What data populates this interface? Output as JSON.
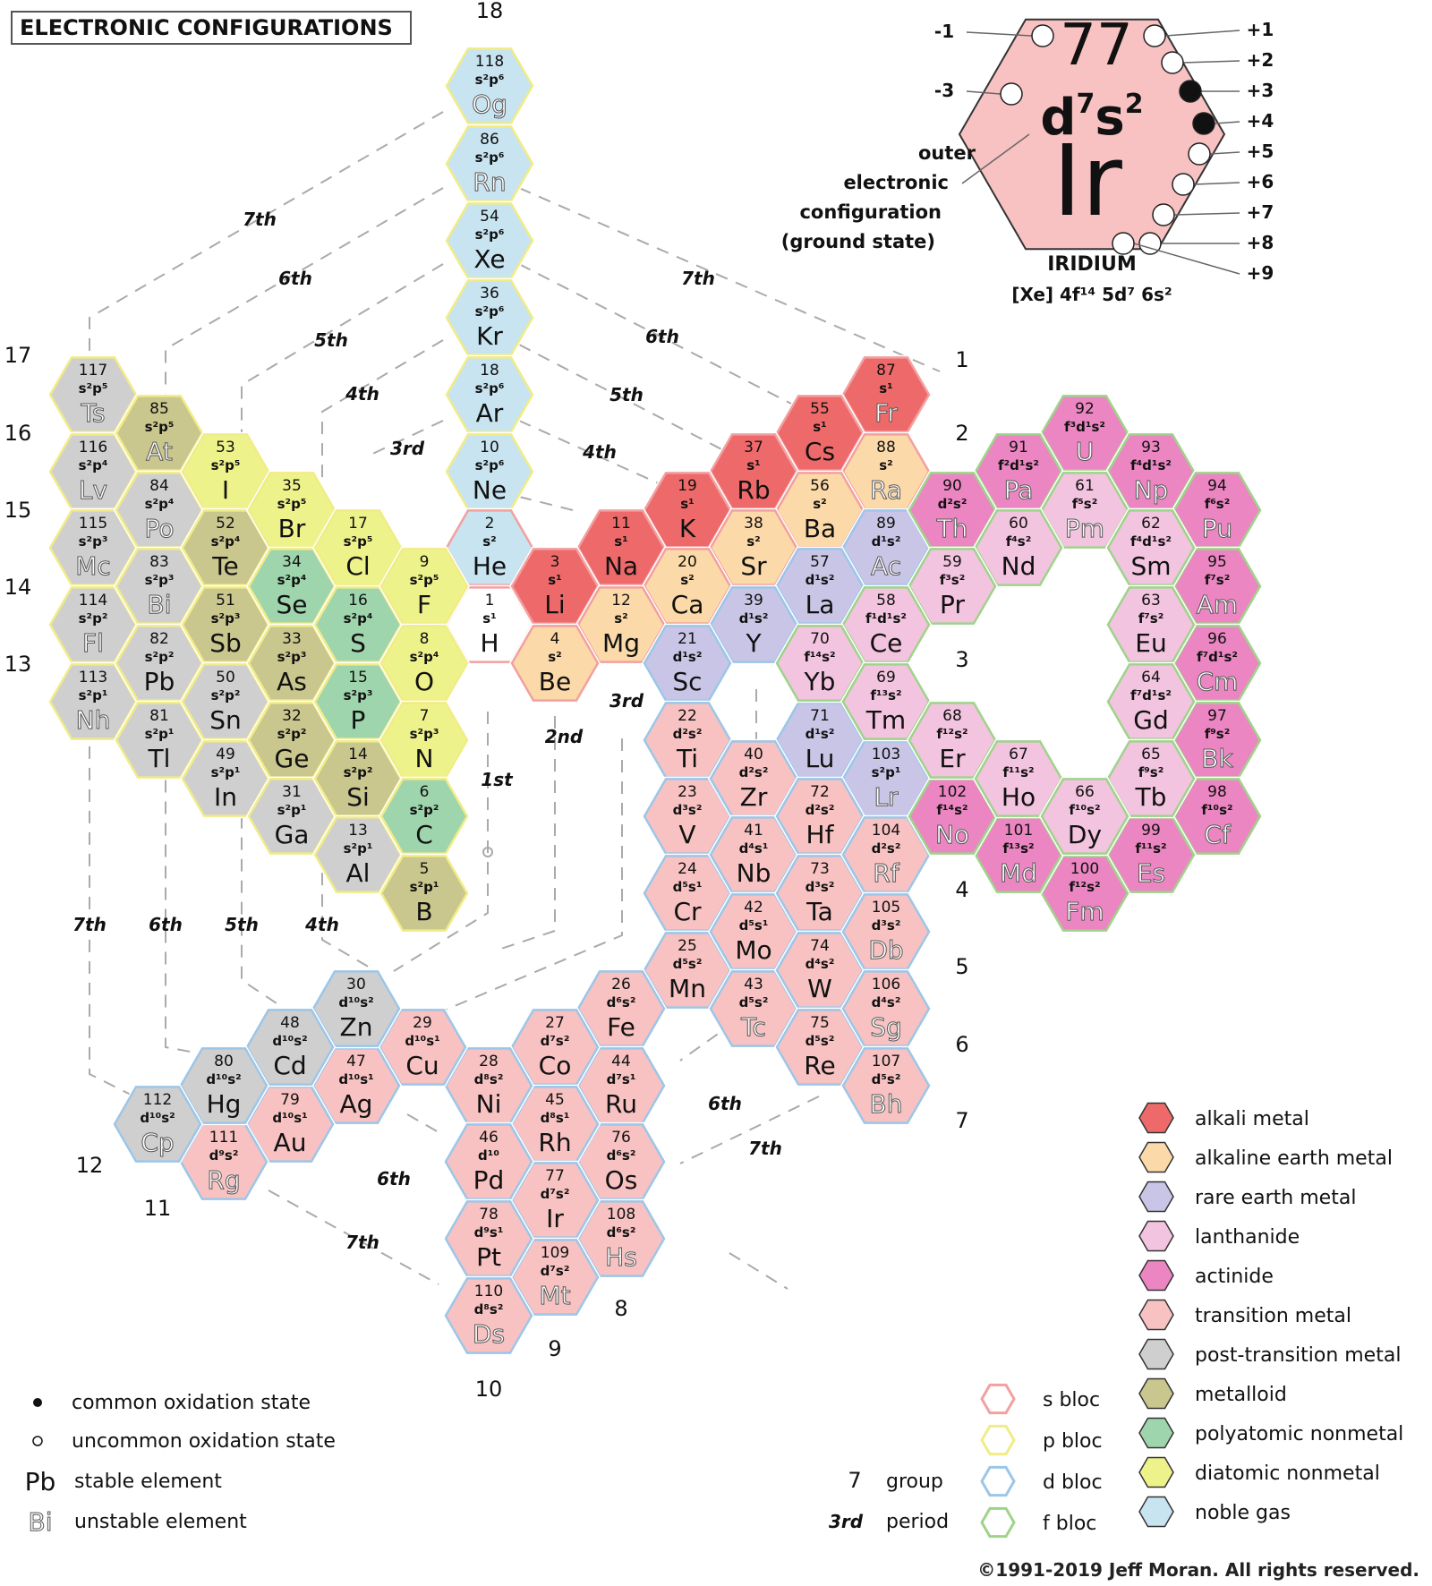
{
  "title": "ELECTRONIC CONFIGURATIONS",
  "copyright": "©1991-2019 Jeff Moran. All rights reserved.",
  "colors": {
    "alkali": "#ee6a6a",
    "alkaline": "#fcd9a8",
    "rare_earth": "#c9c5e6",
    "lanthanide": "#f3c4df",
    "actinide": "#ec86c2",
    "transition": "#f8c2c2",
    "post_transition": "#cfcfcf",
    "metalloid": "#c9c68e",
    "polyatomic": "#9fd5ad",
    "diatomic": "#eef28a",
    "noble": "#c7e4f0",
    "hydrogen": "#ffffff",
    "s_bloc": "#f2a0a0",
    "p_bloc": "#f1ec86",
    "d_bloc": "#9cc6e8",
    "f_bloc": "#9fd38a"
  },
  "key": {
    "number": "77",
    "config_main": "d",
    "config_sup1": "7",
    "config_s": "s",
    "config_sup2": "2",
    "symbol": "Ir",
    "name": "IRIDIUM",
    "full_config": "[Xe] 4f¹⁴ 5d⁷ 6s²",
    "caption": [
      "outer",
      "electronic",
      "configuration",
      "(ground state)"
    ],
    "ox_left": [
      "-1",
      "-3"
    ],
    "ox_right": [
      "+1",
      "+2",
      "+3",
      "+4",
      "+5",
      "+6",
      "+7",
      "+8",
      "+9"
    ]
  },
  "legend_categories": [
    {
      "key": "alkali",
      "label": "alkali metal"
    },
    {
      "key": "alkaline",
      "label": "alkaline earth metal"
    },
    {
      "key": "rare_earth",
      "label": "rare earth metal"
    },
    {
      "key": "lanthanide",
      "label": "lanthanide"
    },
    {
      "key": "actinide",
      "label": "actinide"
    },
    {
      "key": "transition",
      "label": "transition metal"
    },
    {
      "key": "post_transition",
      "label": "post-transition metal"
    },
    {
      "key": "metalloid",
      "label": "metalloid"
    },
    {
      "key": "polyatomic",
      "label": "polyatomic nonmetal"
    },
    {
      "key": "diatomic",
      "label": "diatomic nonmetal"
    },
    {
      "key": "noble",
      "label": "noble gas"
    }
  ],
  "legend_blocs": [
    {
      "key": "s_bloc",
      "label": "s bloc"
    },
    {
      "key": "p_bloc",
      "label": "p bloc"
    },
    {
      "key": "d_bloc",
      "label": "d bloc"
    },
    {
      "key": "f_bloc",
      "label": "f bloc"
    }
  ],
  "legend_misc": {
    "common": "common oxidation state",
    "uncommon": "uncommon oxidation state",
    "stable_sym": "Pb",
    "stable": "stable element",
    "unstable_sym": "Bi",
    "unstable": "unstable element",
    "group_num": "7",
    "group": "group",
    "period_num": "3rd",
    "period": "period"
  },
  "group_labels": [
    {
      "text": "18"
    },
    {
      "text": "17"
    },
    {
      "text": "16"
    },
    {
      "text": "15"
    },
    {
      "text": "14"
    },
    {
      "text": "13"
    },
    {
      "text": "1"
    },
    {
      "text": "2"
    },
    {
      "text": "3"
    },
    {
      "text": "4"
    },
    {
      "text": "5"
    },
    {
      "text": "6"
    },
    {
      "text": "7"
    },
    {
      "text": "8"
    },
    {
      "text": "9"
    },
    {
      "text": "10"
    },
    {
      "text": "11"
    },
    {
      "text": "12"
    }
  ],
  "period_labels": [
    {
      "text": "7th"
    },
    {
      "text": "6th"
    },
    {
      "text": "5th"
    },
    {
      "text": "4th"
    },
    {
      "text": "3rd"
    },
    {
      "text": "7th"
    },
    {
      "text": "6th"
    },
    {
      "text": "5th"
    },
    {
      "text": "4th"
    },
    {
      "text": "3rd"
    },
    {
      "text": "2nd"
    },
    {
      "text": "1st"
    },
    {
      "text": "7th"
    },
    {
      "text": "6th"
    },
    {
      "text": "5th"
    },
    {
      "text": "4th"
    },
    {
      "text": "6th"
    },
    {
      "text": "7th"
    },
    {
      "text": "6th"
    },
    {
      "text": "7th"
    }
  ],
  "elements": [
    {
      "n": "118",
      "c": "s²p⁶",
      "s": "Og",
      "cat": "noble",
      "b": "p",
      "u": true
    },
    {
      "n": "86",
      "c": "s²p⁶",
      "s": "Rn",
      "cat": "noble",
      "b": "p",
      "u": true
    },
    {
      "n": "54",
      "c": "s²p⁶",
      "s": "Xe",
      "cat": "noble",
      "b": "p"
    },
    {
      "n": "36",
      "c": "s²p⁶",
      "s": "Kr",
      "cat": "noble",
      "b": "p"
    },
    {
      "n": "18",
      "c": "s²p⁶",
      "s": "Ar",
      "cat": "noble",
      "b": "p"
    },
    {
      "n": "10",
      "c": "s²p⁶",
      "s": "Ne",
      "cat": "noble",
      "b": "p"
    },
    {
      "n": "2",
      "c": "s²",
      "s": "He",
      "cat": "noble",
      "b": "s"
    },
    {
      "n": "1",
      "c": "s¹",
      "s": "H",
      "cat": "hydrogen",
      "b": "s"
    },
    {
      "n": "117",
      "c": "s²p⁵",
      "s": "Ts",
      "cat": "post_transition",
      "b": "p",
      "u": true
    },
    {
      "n": "116",
      "c": "s²p⁴",
      "s": "Lv",
      "cat": "post_transition",
      "b": "p",
      "u": true
    },
    {
      "n": "115",
      "c": "s²p³",
      "s": "Mc",
      "cat": "post_transition",
      "b": "p",
      "u": true
    },
    {
      "n": "114",
      "c": "s²p²",
      "s": "Fl",
      "cat": "post_transition",
      "b": "p",
      "u": true
    },
    {
      "n": "113",
      "c": "s²p¹",
      "s": "Nh",
      "cat": "post_transition",
      "b": "p",
      "u": true
    },
    {
      "n": "85",
      "c": "s²p⁵",
      "s": "At",
      "cat": "metalloid",
      "b": "p",
      "u": true
    },
    {
      "n": "84",
      "c": "s²p⁴",
      "s": "Po",
      "cat": "post_transition",
      "b": "p",
      "u": true
    },
    {
      "n": "83",
      "c": "s²p³",
      "s": "Bi",
      "cat": "post_transition",
      "b": "p",
      "u": true
    },
    {
      "n": "82",
      "c": "s²p²",
      "s": "Pb",
      "cat": "post_transition",
      "b": "p"
    },
    {
      "n": "81",
      "c": "s²p¹",
      "s": "Tl",
      "cat": "post_transition",
      "b": "p"
    },
    {
      "n": "53",
      "c": "s²p⁵",
      "s": "I",
      "cat": "diatomic",
      "b": "p"
    },
    {
      "n": "52",
      "c": "s²p⁴",
      "s": "Te",
      "cat": "metalloid",
      "b": "p"
    },
    {
      "n": "51",
      "c": "s²p³",
      "s": "Sb",
      "cat": "metalloid",
      "b": "p"
    },
    {
      "n": "50",
      "c": "s²p²",
      "s": "Sn",
      "cat": "post_transition",
      "b": "p"
    },
    {
      "n": "49",
      "c": "s²p¹",
      "s": "In",
      "cat": "post_transition",
      "b": "p"
    },
    {
      "n": "35",
      "c": "s²p⁵",
      "s": "Br",
      "cat": "diatomic",
      "b": "p"
    },
    {
      "n": "34",
      "c": "s²p⁴",
      "s": "Se",
      "cat": "polyatomic",
      "b": "p"
    },
    {
      "n": "33",
      "c": "s²p³",
      "s": "As",
      "cat": "metalloid",
      "b": "p"
    },
    {
      "n": "32",
      "c": "s²p²",
      "s": "Ge",
      "cat": "metalloid",
      "b": "p"
    },
    {
      "n": "31",
      "c": "s²p¹",
      "s": "Ga",
      "cat": "post_transition",
      "b": "p"
    },
    {
      "n": "17",
      "c": "s²p⁵",
      "s": "Cl",
      "cat": "diatomic",
      "b": "p"
    },
    {
      "n": "16",
      "c": "s²p⁴",
      "s": "S",
      "cat": "polyatomic",
      "b": "p"
    },
    {
      "n": "15",
      "c": "s²p³",
      "s": "P",
      "cat": "polyatomic",
      "b": "p"
    },
    {
      "n": "14",
      "c": "s²p²",
      "s": "Si",
      "cat": "metalloid",
      "b": "p"
    },
    {
      "n": "13",
      "c": "s²p¹",
      "s": "Al",
      "cat": "post_transition",
      "b": "p"
    },
    {
      "n": "9",
      "c": "s²p⁵",
      "s": "F",
      "cat": "diatomic",
      "b": "p"
    },
    {
      "n": "8",
      "c": "s²p⁴",
      "s": "O",
      "cat": "diatomic",
      "b": "p"
    },
    {
      "n": "7",
      "c": "s²p³",
      "s": "N",
      "cat": "diatomic",
      "b": "p"
    },
    {
      "n": "6",
      "c": "s²p²",
      "s": "C",
      "cat": "polyatomic",
      "b": "p"
    },
    {
      "n": "5",
      "c": "s²p¹",
      "s": "B",
      "cat": "metalloid",
      "b": "p"
    },
    {
      "n": "87",
      "c": "s¹",
      "s": "Fr",
      "cat": "alkali",
      "b": "s",
      "u": true
    },
    {
      "n": "55",
      "c": "s¹",
      "s": "Cs",
      "cat": "alkali",
      "b": "s"
    },
    {
      "n": "37",
      "c": "s¹",
      "s": "Rb",
      "cat": "alkali",
      "b": "s"
    },
    {
      "n": "19",
      "c": "s¹",
      "s": "K",
      "cat": "alkali",
      "b": "s"
    },
    {
      "n": "11",
      "c": "s¹",
      "s": "Na",
      "cat": "alkali",
      "b": "s"
    },
    {
      "n": "3",
      "c": "s¹",
      "s": "Li",
      "cat": "alkali",
      "b": "s"
    },
    {
      "n": "88",
      "c": "s²",
      "s": "Ra",
      "cat": "alkaline",
      "b": "s",
      "u": true
    },
    {
      "n": "56",
      "c": "s²",
      "s": "Ba",
      "cat": "alkaline",
      "b": "s"
    },
    {
      "n": "38",
      "c": "s²",
      "s": "Sr",
      "cat": "alkaline",
      "b": "s"
    },
    {
      "n": "20",
      "c": "s²",
      "s": "Ca",
      "cat": "alkaline",
      "b": "s"
    },
    {
      "n": "12",
      "c": "s²",
      "s": "Mg",
      "cat": "alkaline",
      "b": "s"
    },
    {
      "n": "4",
      "c": "s²",
      "s": "Be",
      "cat": "alkaline",
      "b": "s"
    },
    {
      "n": "89",
      "c": "d¹s²",
      "s": "Ac",
      "cat": "rare_earth",
      "b": "d",
      "u": true
    },
    {
      "n": "57",
      "c": "d¹s²",
      "s": "La",
      "cat": "rare_earth",
      "b": "d"
    },
    {
      "n": "39",
      "c": "d¹s²",
      "s": "Y",
      "cat": "rare_earth",
      "b": "d"
    },
    {
      "n": "21",
      "c": "d¹s²",
      "s": "Sc",
      "cat": "rare_earth",
      "b": "d"
    },
    {
      "n": "71",
      "c": "d¹s²",
      "s": "Lu",
      "cat": "rare_earth",
      "b": "d"
    },
    {
      "n": "103",
      "c": "s²p¹",
      "s": "Lr",
      "cat": "rare_earth",
      "b": "d",
      "u": true
    },
    {
      "n": "22",
      "c": "d²s²",
      "s": "Ti",
      "cat": "transition",
      "b": "d"
    },
    {
      "n": "23",
      "c": "d³s²",
      "s": "V",
      "cat": "transition",
      "b": "d"
    },
    {
      "n": "24",
      "c": "d⁵s¹",
      "s": "Cr",
      "cat": "transition",
      "b": "d"
    },
    {
      "n": "25",
      "c": "d⁵s²",
      "s": "Mn",
      "cat": "transition",
      "b": "d"
    },
    {
      "n": "40",
      "c": "d²s²",
      "s": "Zr",
      "cat": "transition",
      "b": "d"
    },
    {
      "n": "41",
      "c": "d⁴s¹",
      "s": "Nb",
      "cat": "transition",
      "b": "d"
    },
    {
      "n": "42",
      "c": "d⁵s¹",
      "s": "Mo",
      "cat": "transition",
      "b": "d"
    },
    {
      "n": "43",
      "c": "d⁵s²",
      "s": "Tc",
      "cat": "transition",
      "b": "d",
      "u": true
    },
    {
      "n": "72",
      "c": "d²s²",
      "s": "Hf",
      "cat": "transition",
      "b": "d"
    },
    {
      "n": "73",
      "c": "d³s²",
      "s": "Ta",
      "cat": "transition",
      "b": "d"
    },
    {
      "n": "74",
      "c": "d⁴s²",
      "s": "W",
      "cat": "transition",
      "b": "d"
    },
    {
      "n": "75",
      "c": "d⁵s²",
      "s": "Re",
      "cat": "transition",
      "b": "d"
    },
    {
      "n": "104",
      "c": "d²s²",
      "s": "Rf",
      "cat": "transition",
      "b": "d",
      "u": true
    },
    {
      "n": "105",
      "c": "d³s²",
      "s": "Db",
      "cat": "transition",
      "b": "d",
      "u": true
    },
    {
      "n": "106",
      "c": "d⁴s²",
      "s": "Sg",
      "cat": "transition",
      "b": "d",
      "u": true
    },
    {
      "n": "107",
      "c": "d⁵s²",
      "s": "Bh",
      "cat": "transition",
      "b": "d",
      "u": true
    },
    {
      "n": "26",
      "c": "d⁶s²",
      "s": "Fe",
      "cat": "transition",
      "b": "d"
    },
    {
      "n": "44",
      "c": "d⁷s¹",
      "s": "Ru",
      "cat": "transition",
      "b": "d"
    },
    {
      "n": "76",
      "c": "d⁶s²",
      "s": "Os",
      "cat": "transition",
      "b": "d"
    },
    {
      "n": "108",
      "c": "d⁶s²",
      "s": "Hs",
      "cat": "transition",
      "b": "d",
      "u": true
    },
    {
      "n": "27",
      "c": "d⁷s²",
      "s": "Co",
      "cat": "transition",
      "b": "d"
    },
    {
      "n": "45",
      "c": "d⁸s¹",
      "s": "Rh",
      "cat": "transition",
      "b": "d"
    },
    {
      "n": "77",
      "c": "d⁷s²",
      "s": "Ir",
      "cat": "transition",
      "b": "d"
    },
    {
      "n": "109",
      "c": "d⁷s²",
      "s": "Mt",
      "cat": "transition",
      "b": "d",
      "u": true
    },
    {
      "n": "28",
      "c": "d⁸s²",
      "s": "Ni",
      "cat": "transition",
      "b": "d"
    },
    {
      "n": "46",
      "c": "d¹⁰",
      "s": "Pd",
      "cat": "transition",
      "b": "d"
    },
    {
      "n": "78",
      "c": "d⁹s¹",
      "s": "Pt",
      "cat": "transition",
      "b": "d"
    },
    {
      "n": "110",
      "c": "d⁸s²",
      "s": "Ds",
      "cat": "transition",
      "b": "d",
      "u": true
    },
    {
      "n": "29",
      "c": "d¹⁰s¹",
      "s": "Cu",
      "cat": "transition",
      "b": "d"
    },
    {
      "n": "47",
      "c": "d¹⁰s¹",
      "s": "Ag",
      "cat": "transition",
      "b": "d"
    },
    {
      "n": "79",
      "c": "d¹⁰s¹",
      "s": "Au",
      "cat": "transition",
      "b": "d"
    },
    {
      "n": "111",
      "c": "d⁹s²",
      "s": "Rg",
      "cat": "transition",
      "b": "d",
      "u": true
    },
    {
      "n": "30",
      "c": "d¹⁰s²",
      "s": "Zn",
      "cat": "post_transition",
      "b": "d"
    },
    {
      "n": "48",
      "c": "d¹⁰s²",
      "s": "Cd",
      "cat": "post_transition",
      "b": "d"
    },
    {
      "n": "80",
      "c": "d¹⁰s²",
      "s": "Hg",
      "cat": "post_transition",
      "b": "d"
    },
    {
      "n": "112",
      "c": "d¹⁰s²",
      "s": "Cp",
      "cat": "post_transition",
      "b": "d",
      "u": true
    },
    {
      "n": "92",
      "c": "f³d¹s²",
      "s": "U",
      "cat": "actinide",
      "b": "f",
      "u": true
    },
    {
      "n": "91",
      "c": "f²d¹s²",
      "s": "Pa",
      "cat": "actinide",
      "b": "f",
      "u": true
    },
    {
      "n": "90",
      "c": "d²s²",
      "s": "Th",
      "cat": "actinide",
      "b": "f",
      "u": true
    },
    {
      "n": "93",
      "c": "f⁴d¹s²",
      "s": "Np",
      "cat": "actinide",
      "b": "f",
      "u": true
    },
    {
      "n": "94",
      "c": "f⁶s²",
      "s": "Pu",
      "cat": "actinide",
      "b": "f",
      "u": true
    },
    {
      "n": "95",
      "c": "f⁷s²",
      "s": "Am",
      "cat": "actinide",
      "b": "f",
      "u": true
    },
    {
      "n": "96",
      "c": "f⁷d¹s²",
      "s": "Cm",
      "cat": "actinide",
      "b": "f",
      "u": true
    },
    {
      "n": "97",
      "c": "f⁹s²",
      "s": "Bk",
      "cat": "actinide",
      "b": "f",
      "u": true
    },
    {
      "n": "98",
      "c": "f¹⁰s²",
      "s": "Cf",
      "cat": "actinide",
      "b": "f",
      "u": true
    },
    {
      "n": "99",
      "c": "f¹¹s²",
      "s": "Es",
      "cat": "actinide",
      "b": "f",
      "u": true
    },
    {
      "n": "100",
      "c": "f¹²s²",
      "s": "Fm",
      "cat": "actinide",
      "b": "f",
      "u": true
    },
    {
      "n": "101",
      "c": "f¹³s²",
      "s": "Md",
      "cat": "actinide",
      "b": "f",
      "u": true
    },
    {
      "n": "102",
      "c": "f¹⁴s²",
      "s": "No",
      "cat": "actinide",
      "b": "f",
      "u": true
    },
    {
      "n": "61",
      "c": "f⁵s²",
      "s": "Pm",
      "cat": "lanthanide",
      "b": "f",
      "u": true
    },
    {
      "n": "60",
      "c": "f⁴s²",
      "s": "Nd",
      "cat": "lanthanide",
      "b": "f"
    },
    {
      "n": "62",
      "c": "f⁴d¹s²",
      "s": "Sm",
      "cat": "lanthanide",
      "b": "f"
    },
    {
      "n": "59",
      "c": "f³s²",
      "s": "Pr",
      "cat": "lanthanide",
      "b": "f"
    },
    {
      "n": "63",
      "c": "f⁷s²",
      "s": "Eu",
      "cat": "lanthanide",
      "b": "f"
    },
    {
      "n": "58",
      "c": "f¹d¹s²",
      "s": "Ce",
      "cat": "lanthanide",
      "b": "f"
    },
    {
      "n": "64",
      "c": "f⁷d¹s²",
      "s": "Gd",
      "cat": "lanthanide",
      "b": "f"
    },
    {
      "n": "70",
      "c": "f¹⁴s²",
      "s": "Yb",
      "cat": "lanthanide",
      "b": "f"
    },
    {
      "n": "69",
      "c": "f¹³s²",
      "s": "Tm",
      "cat": "lanthanide",
      "b": "f"
    },
    {
      "n": "65",
      "c": "f⁹s²",
      "s": "Tb",
      "cat": "lanthanide",
      "b": "f"
    },
    {
      "n": "68",
      "c": "f¹²s²",
      "s": "Er",
      "cat": "lanthanide",
      "b": "f"
    },
    {
      "n": "67",
      "c": "f¹¹s²",
      "s": "Ho",
      "cat": "lanthanide",
      "b": "f"
    },
    {
      "n": "66",
      "c": "f¹⁰s²",
      "s": "Dy",
      "cat": "lanthanide",
      "b": "f"
    }
  ]
}
